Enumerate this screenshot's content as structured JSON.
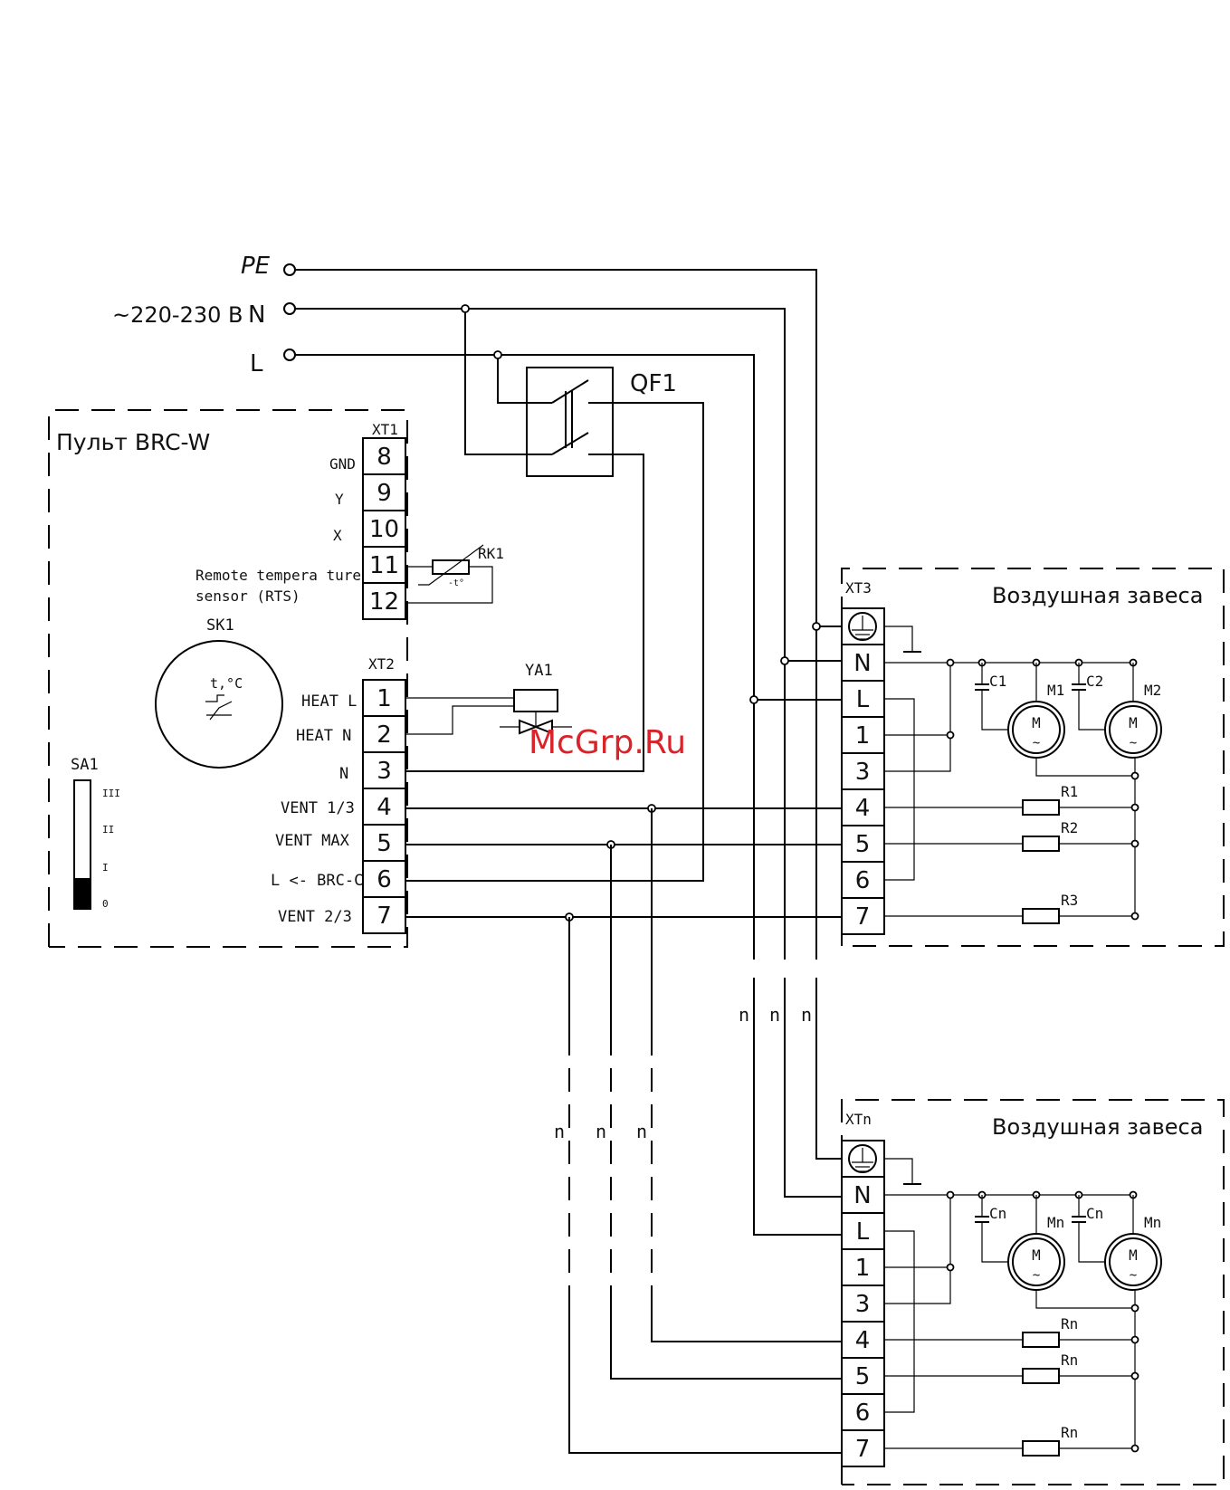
{
  "supply": {
    "pe": "PE",
    "voltage": "~220-230 В",
    "n": "N",
    "l": "L"
  },
  "breaker": {
    "label": "QF1"
  },
  "panel": {
    "title": "Пульт BRC-W"
  },
  "xt1": {
    "label": "XT1",
    "terminals": [
      "8",
      "9",
      "10",
      "11",
      "12"
    ],
    "signals": [
      "GND",
      "Y",
      "X"
    ],
    "rts_line1": "Remote tempera ture",
    "rts_line2": "sensor (RTS)"
  },
  "rk1": {
    "label": "RK1",
    "sub": "-t°"
  },
  "sk1": {
    "label": "SK1",
    "sub": "t,°C"
  },
  "sa1": {
    "label": "SA1",
    "positions": [
      "III",
      "II",
      "I",
      "0"
    ],
    "level": 0
  },
  "xt2": {
    "label": "XT2",
    "terminals": [
      "1",
      "2",
      "3",
      "4",
      "5",
      "6",
      "7"
    ],
    "signals": [
      "HEAT L",
      "HEAT N",
      "N",
      "VENT 1/3",
      "VENT MAX",
      "L <- BRC-C",
      "VENT 2/3"
    ]
  },
  "ya1": {
    "label": "YA1"
  },
  "curtain1": {
    "title": "Воздушная завеса",
    "block": "XT3",
    "terminals": [
      "N",
      "L",
      "1",
      "3",
      "4",
      "5",
      "6",
      "7"
    ],
    "c1": "C1",
    "c2": "C2",
    "m1": "M1",
    "m2": "M2",
    "r1": "R1",
    "r2": "R2",
    "r3": "R3",
    "motor": "M",
    "tilde": "~"
  },
  "curtainN": {
    "title": "Воздушная завеса",
    "block": "XTn",
    "terminals": [
      "N",
      "L",
      "1",
      "3",
      "4",
      "5",
      "6",
      "7"
    ],
    "c1": "Cn",
    "c2": "Cn",
    "m1": "Mn",
    "m2": "Mn",
    "r1": "Rn",
    "r2": "Rn",
    "r3": "Rn",
    "motor": "M",
    "tilde": "~"
  },
  "breaks": {
    "mark": "n"
  },
  "watermark": "McGrp.Ru"
}
